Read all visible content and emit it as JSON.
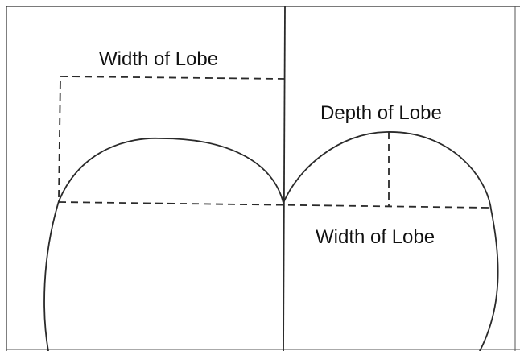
{
  "labels": {
    "width_of_lobe_upper": "Width of Lobe",
    "depth_of_lobe": "Depth of Lobe",
    "width_of_lobe_lower": "Width of Lobe"
  },
  "colors": {
    "ink": "#2a2a2a",
    "paper": "#ffffff"
  }
}
